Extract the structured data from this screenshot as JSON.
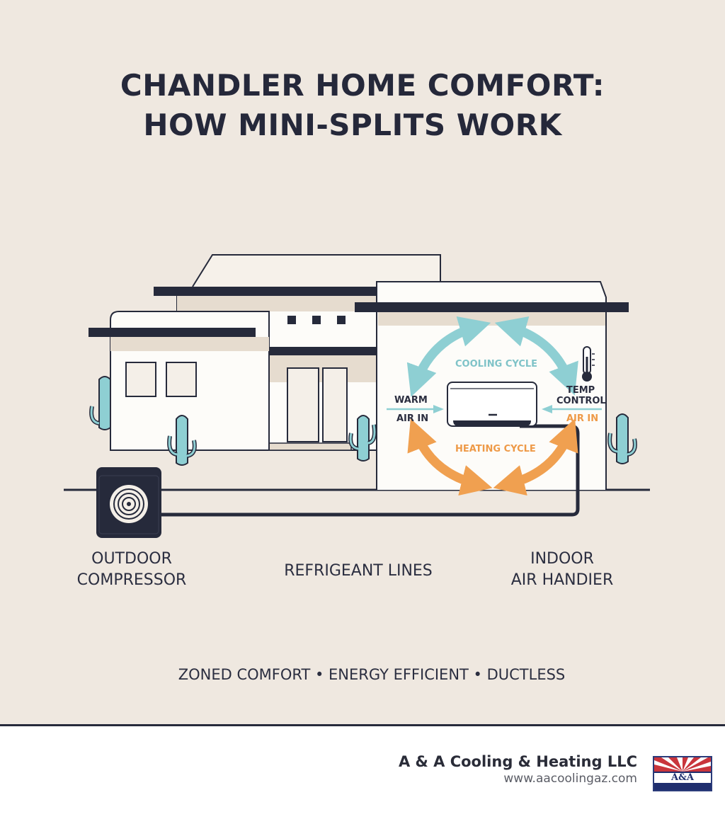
{
  "title": {
    "line1": "CHANDLER HOME COMFORT:",
    "line2": "HOW MINI-SPLITS WORK"
  },
  "diagram": {
    "cooling_cycle": "COOLING CYCLE",
    "heating_cycle": "HEATING CYCLE",
    "warm_air_in": {
      "line1": "WARM",
      "line2": "AIR IN"
    },
    "temp_control": {
      "line1": "TEMP",
      "line2": "CONTROL"
    },
    "air_in": "AIR IN",
    "colors": {
      "cool": "#8ecfd3",
      "heat": "#f0a050",
      "line": "#262a3b",
      "wall": "#fdfcf9",
      "shade": "#e6dccf"
    }
  },
  "labels": {
    "outdoor": {
      "line1": "OUTDOOR",
      "line2": "COMPRESSOR"
    },
    "refrigerant": "REFRIGEANT LINES",
    "indoor": {
      "line1": "INDOOR",
      "line2": "AIR HANDIER"
    }
  },
  "features": "ZONED COMFORT • ENERGY EFFICIENT • DUCTLESS",
  "footer": {
    "company": "A & A Cooling & Heating LLC",
    "url": "www.aacoolingaz.com",
    "logo_text": "A&A"
  }
}
